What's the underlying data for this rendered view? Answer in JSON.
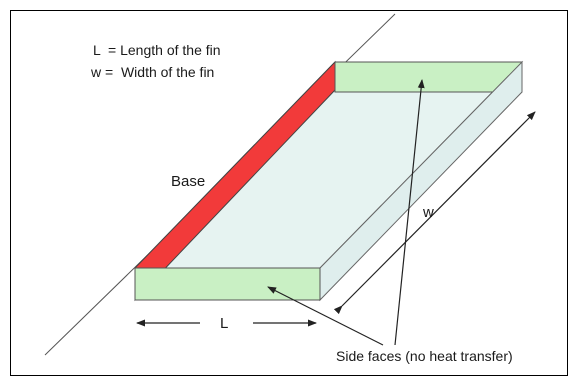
{
  "legend": {
    "length_line": "L  = Length of the fin",
    "width_line": "w =  Width of the fin"
  },
  "labels": {
    "base": "Base",
    "width": "w",
    "length": "L",
    "side_faces": "Side faces (no heat transfer)"
  },
  "colors": {
    "base_face": "#f23a3a",
    "side_face": "#c9f0c4",
    "top_face": "#e6f3f1",
    "outline": "#444444"
  }
}
